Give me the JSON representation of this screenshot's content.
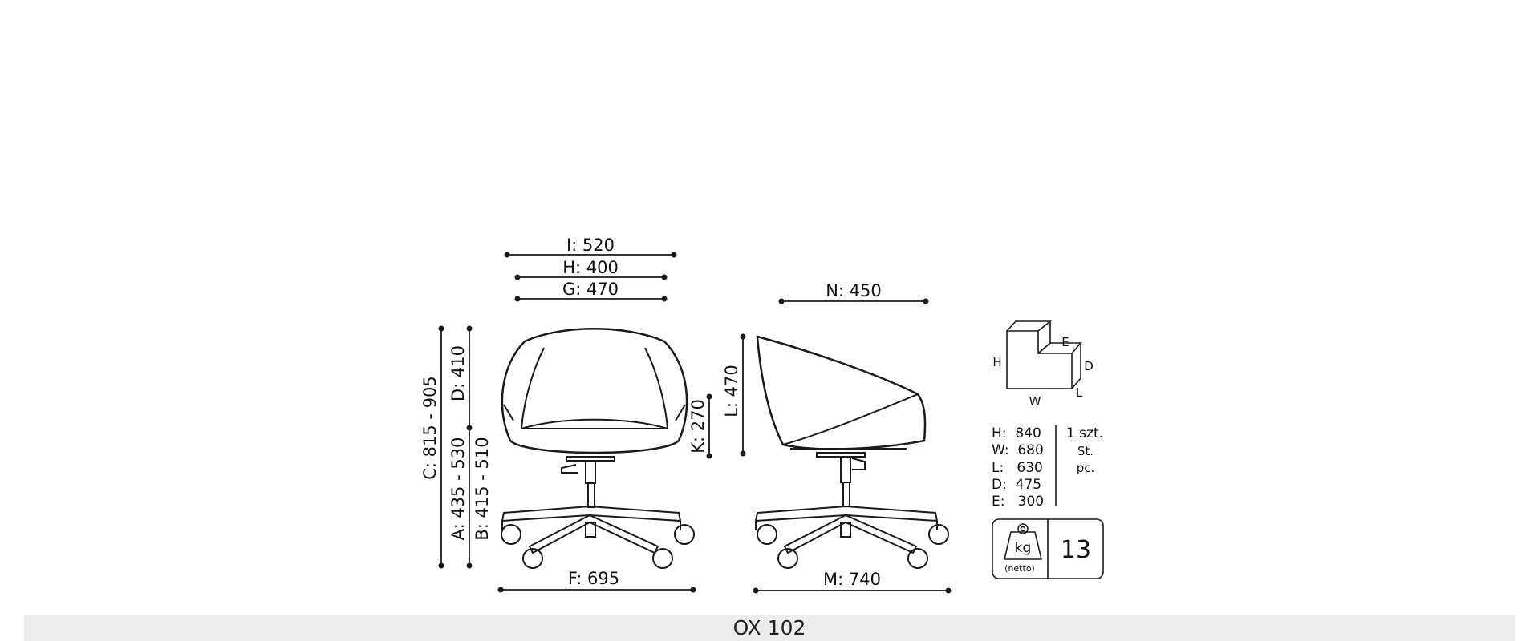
{
  "dimensions": {
    "front": {
      "I": "I: 520",
      "H": "H: 400",
      "G": "G: 470",
      "C": "C: 815 - 905",
      "D": "D: 410",
      "A": "A: 435 - 530",
      "B": "B: 415 - 510",
      "K": "K: 270",
      "F": "F: 695"
    },
    "side": {
      "N": "N: 450",
      "L": "L: 470",
      "M": "M: 740"
    }
  },
  "package": {
    "labels": {
      "H": "H",
      "W": "W",
      "E": "E",
      "D": "D",
      "L": "L"
    },
    "rows": [
      "H:  840",
      "W:  680",
      "L:   630",
      "D:  475",
      "E:   300"
    ],
    "qty": [
      "1 szt.",
      "St.",
      "pc."
    ]
  },
  "weight": {
    "unit": "kg",
    "note": "(netto)",
    "value": "13"
  },
  "footer": {
    "model": "OX 102"
  },
  "colors": {
    "line": "#1a1a1a",
    "footer_bg": "#ececec"
  }
}
